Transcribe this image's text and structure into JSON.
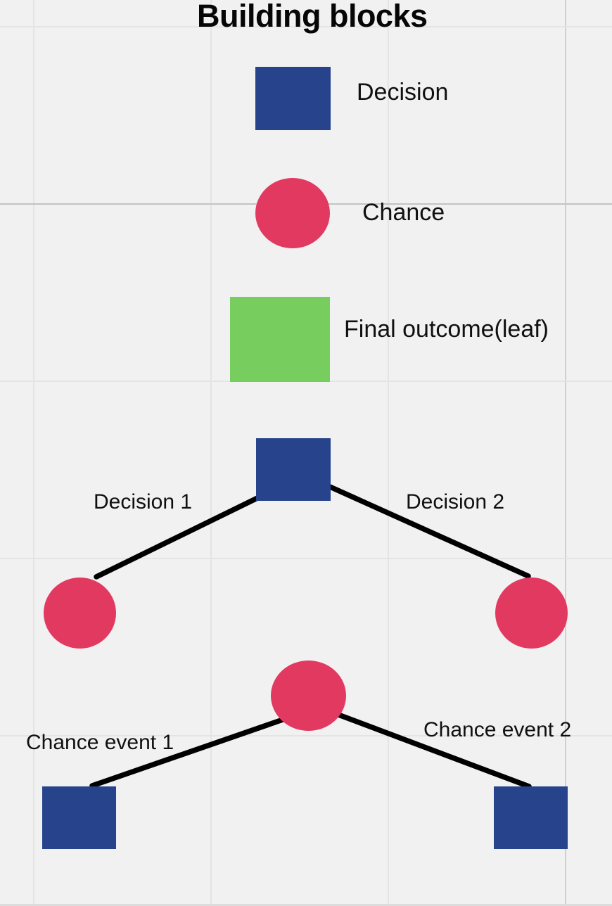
{
  "title": "Building blocks",
  "colors": {
    "decision": "#26438B",
    "chance": "#E23961",
    "outcome": "#78CD5F",
    "edge": "#000000",
    "background": "#F1F1F2"
  },
  "legend": {
    "items": [
      {
        "shape": "square",
        "color_key": "decision",
        "label": "Decision"
      },
      {
        "shape": "circle",
        "color_key": "chance",
        "label": "Chance"
      },
      {
        "shape": "square",
        "color_key": "outcome",
        "label": "Final outcome(leaf)"
      }
    ]
  },
  "decision_example": {
    "root_shape": "square",
    "child_shape": "circle",
    "edges": [
      {
        "label": "Decision 1"
      },
      {
        "label": "Decision 2"
      }
    ]
  },
  "chance_example": {
    "root_shape": "circle",
    "child_shape": "square",
    "edges": [
      {
        "label": "Chance event 1"
      },
      {
        "label": "Chance event 2"
      }
    ]
  }
}
